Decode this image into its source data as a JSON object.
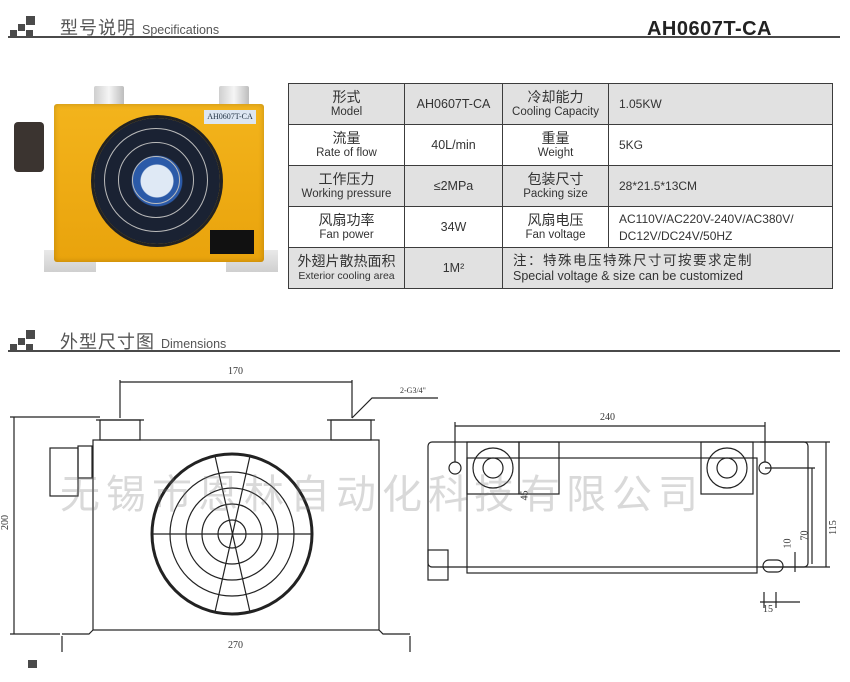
{
  "sections": {
    "specifications": {
      "title_zh": "型号说明",
      "title_en": "Specifications",
      "model_code": "AH0607T-CA"
    },
    "dimensions": {
      "title_zh": "外型尺寸图",
      "title_en": "Dimensions"
    }
  },
  "product_photo": {
    "label_tag": "AH0607T-CA"
  },
  "spec_table": {
    "rows": [
      {
        "l1_zh": "形式",
        "l1_en": "Model",
        "v1": "AH0607T-CA",
        "l2_zh": "冷却能力",
        "l2_en": "Cooling Capacity",
        "v2": "1.05KW"
      },
      {
        "l1_zh": "流量",
        "l1_en": "Rate of flow",
        "v1": "40L/min",
        "l2_zh": "重量",
        "l2_en": "Weight",
        "v2": "5KG"
      },
      {
        "l1_zh": "工作压力",
        "l1_en": "Working pressure",
        "v1": "≤2MPa",
        "l2_zh": "包装尺寸",
        "l2_en": "Packing size",
        "v2": "28*21.5*13CM"
      },
      {
        "l1_zh": "风扇功率",
        "l1_en": "Fan power",
        "v1": "34W",
        "l2_zh": "风扇电压",
        "l2_en": "Fan voltage",
        "v2_line1": "AC110V/AC220V-240V/AC380V/",
        "v2_line2": "DC12V/DC24V/50HZ"
      },
      {
        "l1_zh": "外翅片散热面积",
        "l1_en": "Exterior cooling area",
        "v1": "1M²",
        "note_zh": "注：特殊电压特殊尺寸可按要求定制",
        "note_en": "Special voltage & size can be customized"
      }
    ]
  },
  "drawing": {
    "watermark": "无锡市恩林自动化科技有限公司",
    "front_view": {
      "width_top": "170",
      "width_bottom": "270",
      "height": "200",
      "port_note": "2-G3/4\""
    },
    "side_view": {
      "length": "240",
      "port_height": "45",
      "total_height": "115",
      "mount_height": "70",
      "slot": "10",
      "foot": "15"
    }
  }
}
